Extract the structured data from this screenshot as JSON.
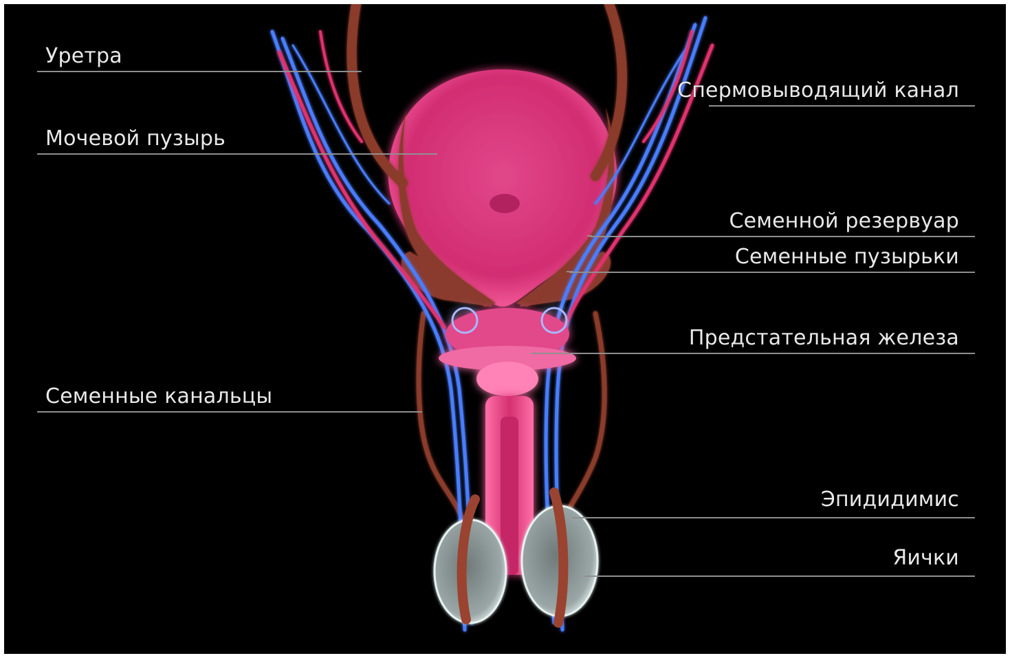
{
  "labels": {
    "urethra": "Уретра",
    "bladder": "Мочевой пузырь",
    "seminal_tubules": "Семенные канальцы",
    "vas_deferens": "Спермовыводящий канал",
    "seminal_reservoir": "Семенной резервуар",
    "seminal_vesicles": "Семенные пузырьки",
    "prostate": "Предстательная железа",
    "epididymis": "Эпидидимис",
    "testicles": "Яички"
  },
  "colors": {
    "background": "#000000",
    "bladder": "#e2377f",
    "vas_deferens": "#8a3a2c",
    "veins": "#4a7dff",
    "arteries": "#e0336e",
    "testis": "#b9c6c4",
    "leader_line": "#8f8f8f",
    "label_text": "#e9e9e9"
  }
}
